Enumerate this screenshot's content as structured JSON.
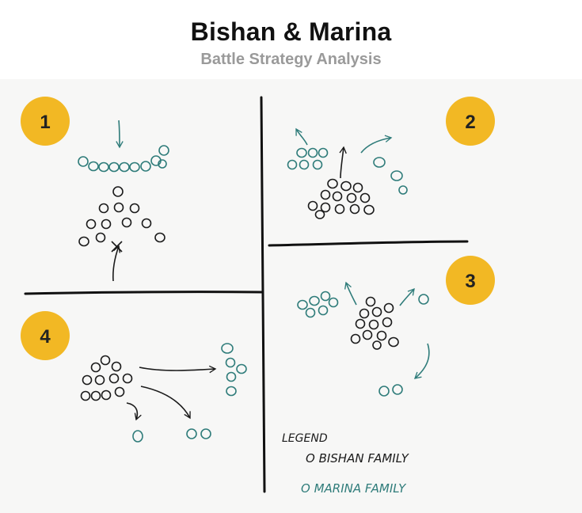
{
  "header": {
    "title": "Bishan & Marina",
    "subtitle": "Battle Strategy Analysis"
  },
  "quadrants": [
    {
      "number": "1"
    },
    {
      "number": "2"
    },
    {
      "number": "3"
    },
    {
      "number": "4"
    }
  ],
  "legend": {
    "heading": "LEGEND",
    "bishan_label": "O BISHAN FAMILY",
    "marina_label": "O MARINA FAMILY"
  },
  "colors": {
    "badge": "#f2b824",
    "bishan": "#1b1b1b",
    "marina": "#2f7c7a",
    "divider": "#111111"
  }
}
